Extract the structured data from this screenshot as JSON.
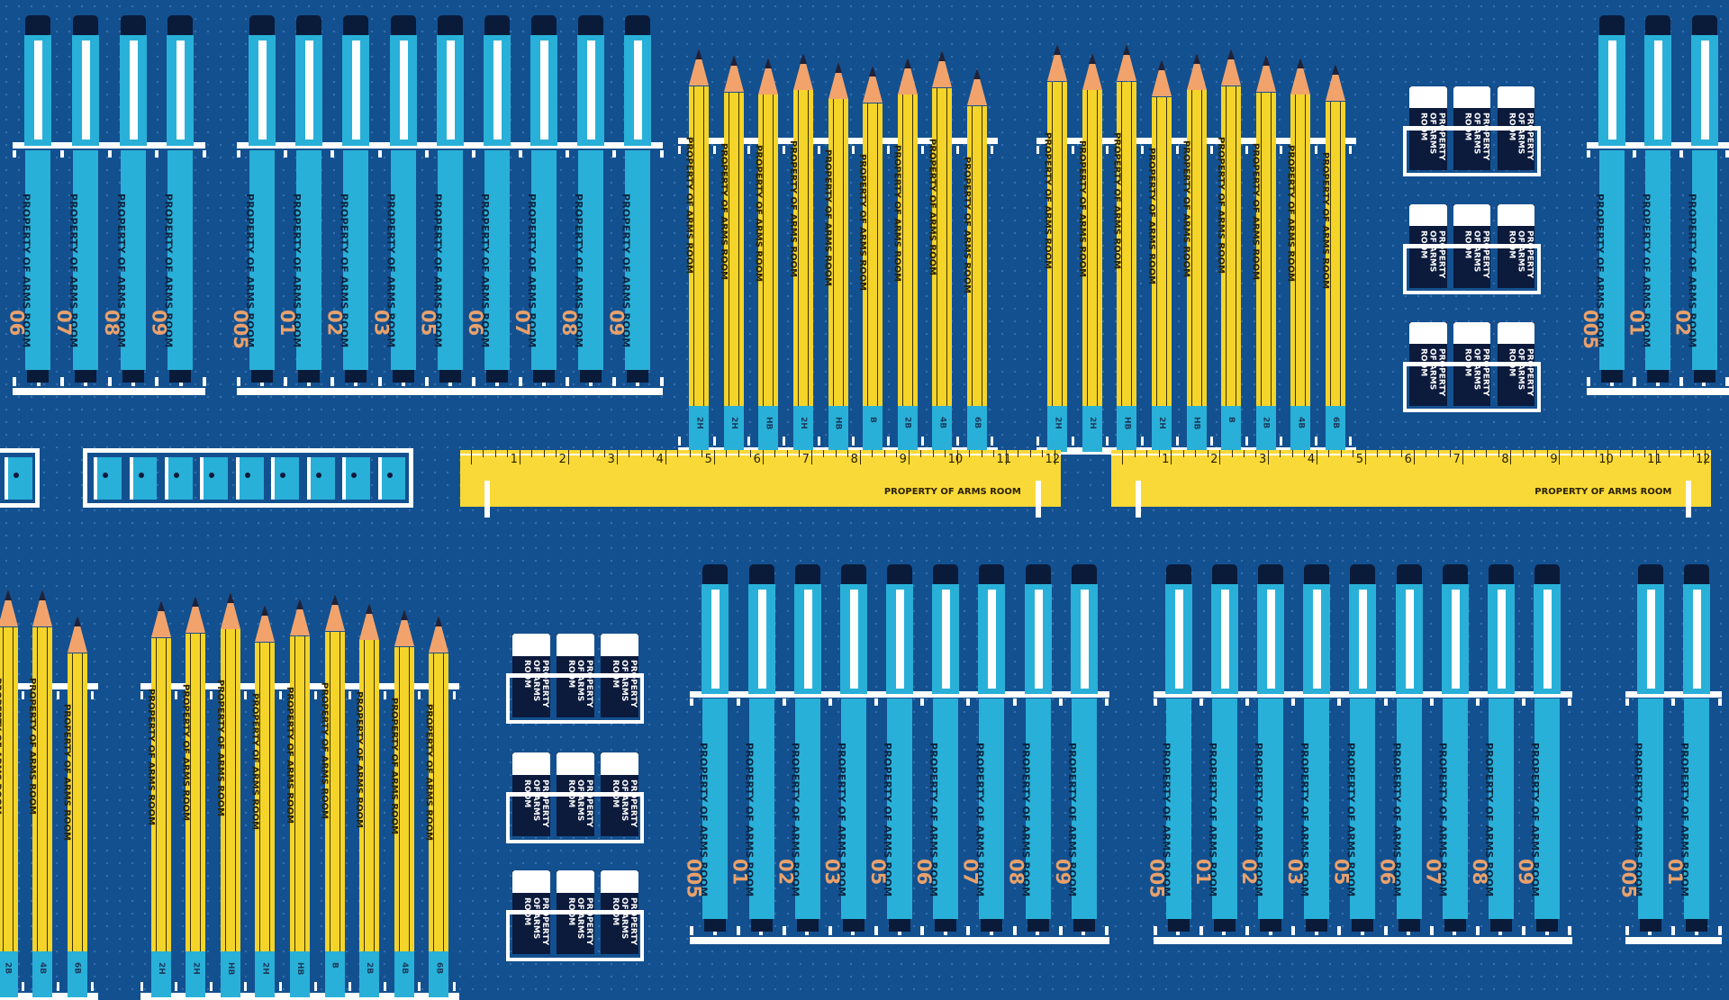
{
  "labels": {
    "pen_property": "PROPERTY OF ARMS ROOM",
    "pencil_property": "PROPERTY OF ARMS ROOM",
    "ruler_property": "PROPERTY OF ARMS ROOM",
    "eraser_property": "PROPERTY OF ARMS ROOM"
  },
  "pen_sizes": [
    "005",
    "01",
    "02",
    "03",
    "05",
    "06",
    "07",
    "08",
    "09"
  ],
  "pencil_grades": [
    "2H",
    "2H",
    "HB",
    "2H",
    "HB",
    "B",
    "2B",
    "4B",
    "6B"
  ],
  "ruler_numbers": [
    "1",
    "2",
    "3",
    "4",
    "5",
    "6",
    "7",
    "8",
    "9",
    "10",
    "11",
    "12"
  ],
  "colors": {
    "background": "#13508f",
    "pen_body": "#29b0d8",
    "pen_cap": "#0a1b3a",
    "pencil_body": "#f5d42a",
    "pencil_tip": "#f2a36c",
    "ruler": "#f9d937",
    "rack": "#ffffff",
    "size_number": "#e9a16b"
  },
  "icons": [
    "technical-pen-icon",
    "pencil-icon",
    "ruler-icon",
    "eraser-icon",
    "sharpener-icon"
  ]
}
